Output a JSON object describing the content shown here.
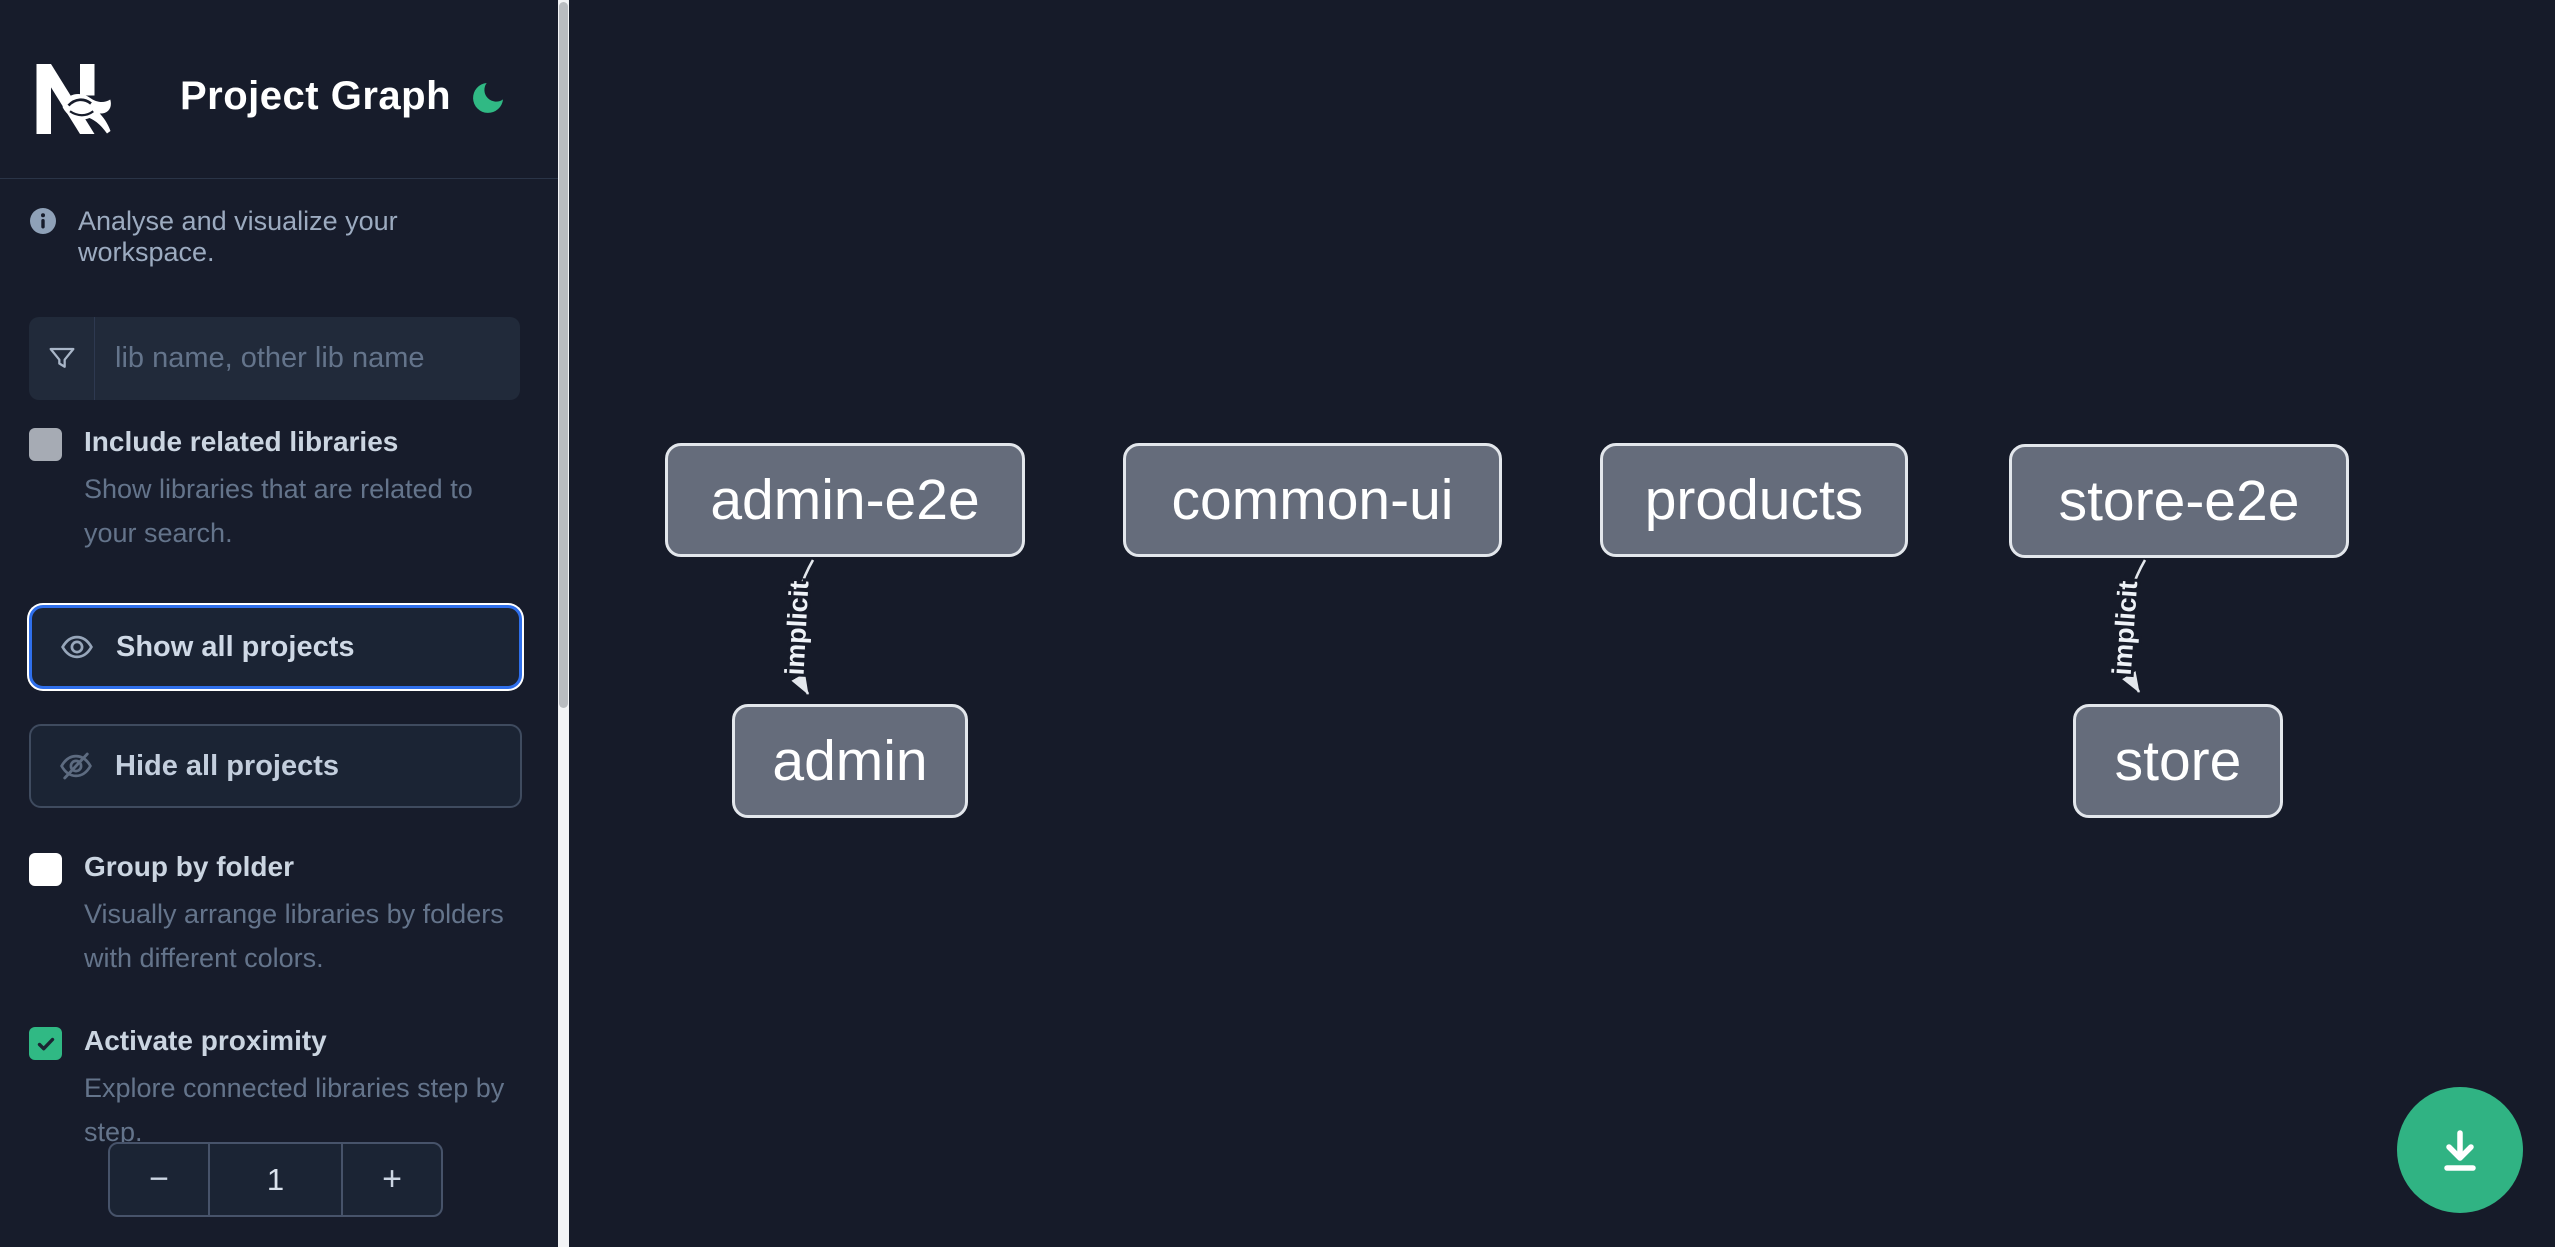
{
  "app": {
    "title": "Project Graph",
    "logo_icon": "nx-logo",
    "theme_icon": "moon-icon"
  },
  "sidebar": {
    "tagline": "Analyse and visualize your workspace.",
    "filter": {
      "placeholder": "lib name, other lib name",
      "value": ""
    },
    "include_related": {
      "label": "Include related libraries",
      "description": "Show libraries that are related to your search.",
      "checked": false
    },
    "show_all_label": "Show all projects",
    "hide_all_label": "Hide all projects",
    "group_folder": {
      "label": "Group by folder",
      "description": "Visually arrange libraries by folders with different colors.",
      "checked": false
    },
    "proximity": {
      "label": "Activate proximity",
      "description": "Explore connected libraries step by step.",
      "checked": true,
      "decrement_label": "−",
      "value": "1",
      "increment_label": "+"
    }
  },
  "graph": {
    "nodes": [
      {
        "label": "admin-e2e"
      },
      {
        "label": "common-ui"
      },
      {
        "label": "products"
      },
      {
        "label": "store-e2e"
      },
      {
        "label": "admin"
      },
      {
        "label": "store"
      }
    ],
    "edges": [
      {
        "source": "admin-e2e",
        "target": "admin",
        "label": "implicit"
      },
      {
        "source": "store-e2e",
        "target": "store",
        "label": "implicit"
      }
    ]
  },
  "fab": {
    "icon": "download-icon"
  },
  "colors": {
    "background": "#161b29",
    "accent_green": "#30b984",
    "focus_blue": "#2f6feb",
    "node_fill": "#656c7b",
    "node_border": "#e3e7ec"
  }
}
